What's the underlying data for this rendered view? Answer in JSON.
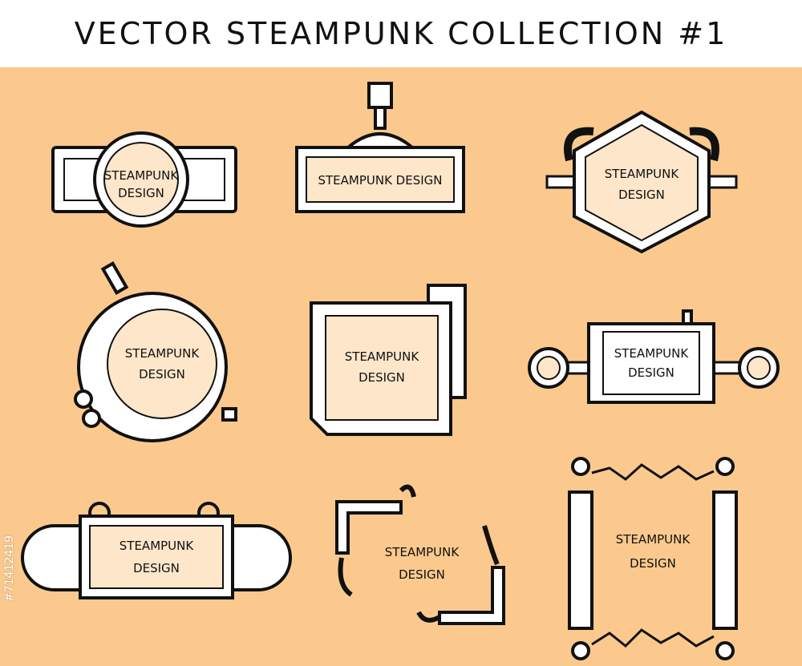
{
  "title": "VECTOR STEAMPUNK COLLECTION #1",
  "watermark_id": "#71412419",
  "colors": {
    "background": "#fbc98d",
    "plate_fill": "#ffffff",
    "inner_fill": "#fde6c9",
    "stroke": "#111111"
  },
  "badges": [
    {
      "lines": [
        "STEAMPUNK",
        "DESIGN"
      ]
    },
    {
      "lines": [
        "STEAMPUNK DESIGN"
      ]
    },
    {
      "lines": [
        "STEAMPUNK",
        "DESIGN"
      ]
    },
    {
      "lines": [
        "STEAMPUNK",
        "DESIGN"
      ]
    },
    {
      "lines": [
        "STEAMPUNK",
        "DESIGN"
      ]
    },
    {
      "lines": [
        "STEAMPUNK",
        "DESIGN"
      ]
    },
    {
      "lines": [
        "STEAMPUNK",
        "DESIGN"
      ]
    },
    {
      "lines": [
        "STEAMPUNK",
        "DESIGN"
      ]
    },
    {
      "lines": [
        "STEAMPUNK",
        "DESIGN"
      ]
    }
  ]
}
